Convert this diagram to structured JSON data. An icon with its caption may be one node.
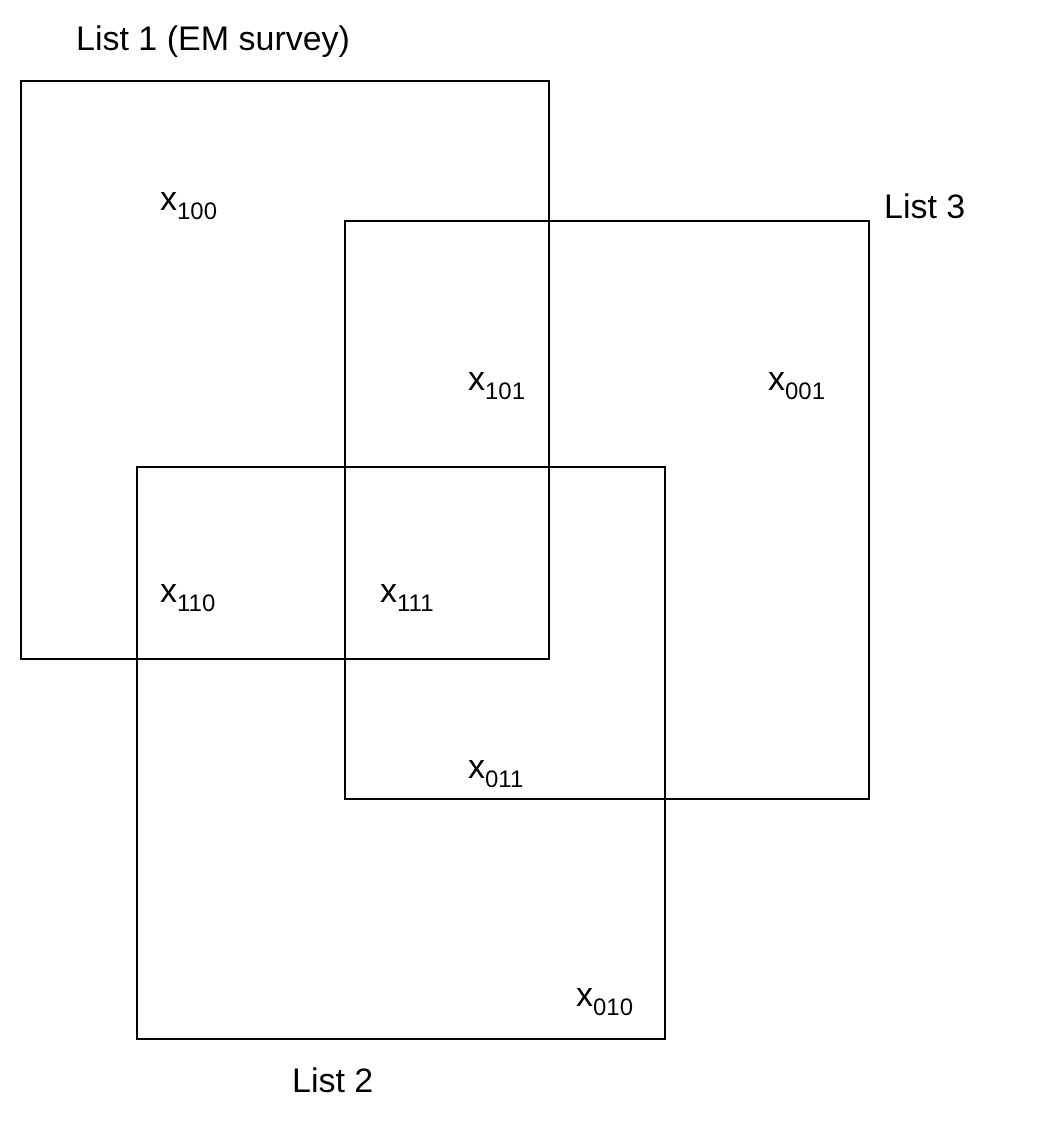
{
  "diagram": {
    "nodes": [
      {
        "text": [
          "List 1 (EM survey)"
        ]
      },
      {
        "text": [
          "List 3"
        ]
      },
      {
        "text": [
          "List 2"
        ]
      }
    ],
    "labels": [
      "x$_{100}$",
      "x$_{101}$",
      "x$_{001}$",
      "x$_{110}$",
      "x$_{111}$",
      "x$_{011}$",
      "x$_{010}$"
    ]
  }
}
